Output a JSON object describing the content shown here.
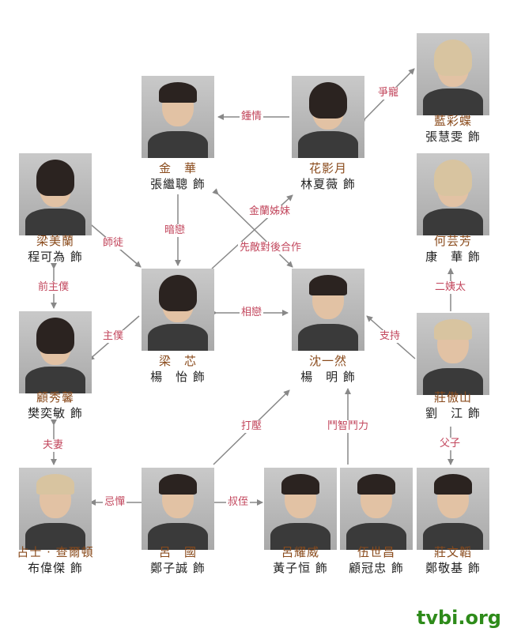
{
  "characters": {
    "jin_hua": {
      "name": "金　華",
      "actor": "張繼聰 飾"
    },
    "hua_yingyue": {
      "name": "花影月",
      "actor": "林夏薇 飾"
    },
    "lan_caidie": {
      "name": "藍彩蝶",
      "actor": "張慧雯 飾"
    },
    "liang_meilan": {
      "name": "梁美蘭",
      "actor": "程可為 飾"
    },
    "he_yunfang": {
      "name": "何芸芳",
      "actor": "康　華 飾"
    },
    "liang_xin": {
      "name": "梁　芯",
      "actor": "楊　怡 飾"
    },
    "shen_yiran": {
      "name": "沈一然",
      "actor": "楊　明 飾"
    },
    "gu_xiuxin": {
      "name": "顧秀馨",
      "actor": "樊奕敏 飾"
    },
    "zhuang_aoshan": {
      "name": "莊傲山",
      "actor": "劉　江 飾"
    },
    "james": {
      "name": "占士 · 查爾頓",
      "actor": "布偉傑 飾"
    },
    "lu_guo": {
      "name": "呂　國",
      "actor": "鄭子誠 飾"
    },
    "lu_yaowei": {
      "name": "呂耀威",
      "actor": "黃子恒 飾"
    },
    "wu_shichang": {
      "name": "伍世昌",
      "actor": "顧冠忠 飾"
    },
    "zhuang_wentao": {
      "name": "莊文韜",
      "actor": "鄭敬基 飾"
    }
  },
  "relations": {
    "zhong_qing": "鍾情",
    "zheng_chong": "爭寵",
    "jinlan_zimei": "金蘭姊妹",
    "xian_di_hou_he": "先敵對後合作",
    "an_lian": "暗戀",
    "shi_tu": "師徒",
    "qian_zhu_pu": "前主僕",
    "xiang_lian": "相戀",
    "zhu_pu": "主僕",
    "zhi_chi": "支持",
    "er_yi_tai": "二姨太",
    "fu_qi": "夫妻",
    "da_ya": "打壓",
    "dou_zhi_dou_li": "鬥智鬥力",
    "fu_zi": "父子",
    "ji_dan": "忌憚",
    "shu_zhi": "叔侄"
  },
  "watermark": "tvbi.org",
  "colors": {
    "name_text": "#8a4b1c",
    "actor_text": "#222222",
    "relation_text": "#c2465c",
    "arrow": "#888888",
    "watermark": "#2e8b1a"
  }
}
